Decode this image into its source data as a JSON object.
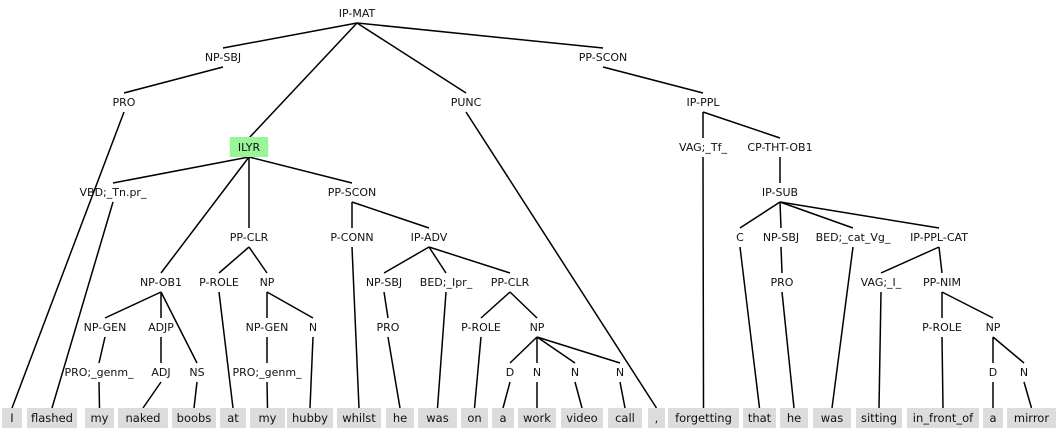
{
  "tree": {
    "highlight_color": "#98f598",
    "word_box_color": "#dcdcdc",
    "nodes": [
      {
        "id": "ipmat",
        "label": "IP-MAT",
        "parent": null
      },
      {
        "id": "npsbj",
        "label": "NP-SBJ",
        "parent": "ipmat"
      },
      {
        "id": "pro1",
        "label": "PRO",
        "parent": "npsbj"
      },
      {
        "id": "ilyr",
        "label": "ILYR",
        "parent": "ipmat",
        "highlight": true
      },
      {
        "id": "vbd",
        "label": "VBD;_Tn.pr_",
        "parent": "ilyr"
      },
      {
        "id": "npob1",
        "label": "NP-OB1",
        "parent": "ilyr"
      },
      {
        "id": "npgen1",
        "label": "NP-GEN",
        "parent": "npob1"
      },
      {
        "id": "progen1",
        "label": "PRO;_genm_",
        "parent": "npgen1"
      },
      {
        "id": "adjp",
        "label": "ADJP",
        "parent": "npob1"
      },
      {
        "id": "adj",
        "label": "ADJ",
        "parent": "adjp"
      },
      {
        "id": "ns",
        "label": "NS",
        "parent": "npob1"
      },
      {
        "id": "ppclr1",
        "label": "PP-CLR",
        "parent": "ilyr"
      },
      {
        "id": "prole1",
        "label": "P-ROLE",
        "parent": "ppclr1"
      },
      {
        "id": "np1",
        "label": "NP",
        "parent": "ppclr1"
      },
      {
        "id": "npgen2",
        "label": "NP-GEN",
        "parent": "np1"
      },
      {
        "id": "progen2",
        "label": "PRO;_genm_",
        "parent": "npgen2"
      },
      {
        "id": "n1",
        "label": "N",
        "parent": "np1"
      },
      {
        "id": "ppscon1",
        "label": "PP-SCON",
        "parent": "ilyr"
      },
      {
        "id": "pconn",
        "label": "P-CONN",
        "parent": "ppscon1"
      },
      {
        "id": "ipadv",
        "label": "IP-ADV",
        "parent": "ppscon1"
      },
      {
        "id": "npsbj2",
        "label": "NP-SBJ",
        "parent": "ipadv"
      },
      {
        "id": "pro2",
        "label": "PRO",
        "parent": "npsbj2"
      },
      {
        "id": "bed1",
        "label": "BED;_Ipr_",
        "parent": "ipadv"
      },
      {
        "id": "ppclr2",
        "label": "PP-CLR",
        "parent": "ipadv"
      },
      {
        "id": "prole2",
        "label": "P-ROLE",
        "parent": "ppclr2"
      },
      {
        "id": "np2",
        "label": "NP",
        "parent": "ppclr2"
      },
      {
        "id": "d1",
        "label": "D",
        "parent": "np2"
      },
      {
        "id": "n2",
        "label": "N",
        "parent": "np2"
      },
      {
        "id": "n3",
        "label": "N",
        "parent": "np2"
      },
      {
        "id": "n4",
        "label": "N",
        "parent": "np2"
      },
      {
        "id": "punc",
        "label": "PUNC",
        "parent": "ipmat"
      },
      {
        "id": "ppscon2",
        "label": "PP-SCON",
        "parent": "ipmat"
      },
      {
        "id": "ipppl",
        "label": "IP-PPL",
        "parent": "ppscon2"
      },
      {
        "id": "vag1",
        "label": "VAG;_Tf_",
        "parent": "ipppl"
      },
      {
        "id": "cptht",
        "label": "CP-THT-OB1",
        "parent": "ipppl"
      },
      {
        "id": "ipsub",
        "label": "IP-SUB",
        "parent": "cptht"
      },
      {
        "id": "c",
        "label": "C",
        "parent": "ipsub"
      },
      {
        "id": "npsbj3",
        "label": "NP-SBJ",
        "parent": "ipsub"
      },
      {
        "id": "pro3",
        "label": "PRO",
        "parent": "npsbj3"
      },
      {
        "id": "bed2",
        "label": "BED;_cat_Vg_",
        "parent": "ipsub"
      },
      {
        "id": "ipplcat",
        "label": "IP-PPL-CAT",
        "parent": "ipsub"
      },
      {
        "id": "vag2",
        "label": "VAG;_I_",
        "parent": "ipplcat"
      },
      {
        "id": "ppnim",
        "label": "PP-NIM",
        "parent": "ipplcat"
      },
      {
        "id": "prole3",
        "label": "P-ROLE",
        "parent": "ppnim"
      },
      {
        "id": "np3",
        "label": "NP",
        "parent": "ppnim"
      },
      {
        "id": "d2",
        "label": "D",
        "parent": "np3"
      },
      {
        "id": "n5",
        "label": "N",
        "parent": "np3"
      }
    ],
    "words": [
      {
        "text": "I",
        "parent": "pro1"
      },
      {
        "text": "flashed",
        "parent": "vbd"
      },
      {
        "text": "my",
        "parent": "progen1"
      },
      {
        "text": "naked",
        "parent": "adj"
      },
      {
        "text": "boobs",
        "parent": "ns"
      },
      {
        "text": "at",
        "parent": "prole1"
      },
      {
        "text": "my",
        "parent": "progen2"
      },
      {
        "text": "hubby",
        "parent": "n1"
      },
      {
        "text": "whilst",
        "parent": "pconn"
      },
      {
        "text": "he",
        "parent": "pro2"
      },
      {
        "text": "was",
        "parent": "bed1"
      },
      {
        "text": "on",
        "parent": "prole2"
      },
      {
        "text": "a",
        "parent": "d1"
      },
      {
        "text": "work",
        "parent": "n2"
      },
      {
        "text": "video",
        "parent": "n3"
      },
      {
        "text": "call",
        "parent": "n4"
      },
      {
        "text": ",",
        "parent": "punc"
      },
      {
        "text": "forgetting",
        "parent": "vag1"
      },
      {
        "text": "that",
        "parent": "c"
      },
      {
        "text": "he",
        "parent": "pro3"
      },
      {
        "text": "was",
        "parent": "bed2"
      },
      {
        "text": "sitting",
        "parent": "vag2"
      },
      {
        "text": "in_front_of",
        "parent": "prole3"
      },
      {
        "text": "a",
        "parent": "d2"
      },
      {
        "text": "mirror",
        "parent": "n5"
      }
    ]
  }
}
